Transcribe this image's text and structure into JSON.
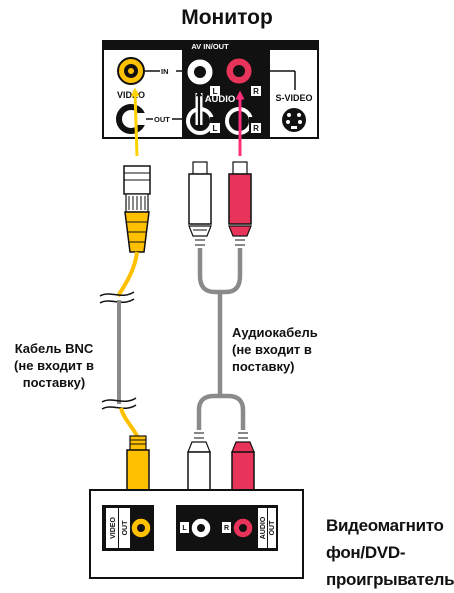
{
  "title": "Монитор",
  "monitor_panel": {
    "header": "AV IN/OUT",
    "in_label": "IN",
    "out_label": "OUT",
    "video_label": "VIDEO",
    "audio_label": "AUDIO",
    "svideo_label": "S-VIDEO",
    "left_marker": "L",
    "right_marker": "R"
  },
  "bnc_cable_label": [
    "Кабель BNC",
    "(не входит в",
    "поставку)"
  ],
  "audio_cable_label": [
    "Аудиокабель",
    "(не входит в",
    "поставку)"
  ],
  "device_label": [
    "Видеомагнито",
    "фон/DVD-",
    "проигрыватель"
  ],
  "device_panel": {
    "video": "VIDEO",
    "out": "OUT",
    "audio": "AUDIO",
    "left_marker": "L",
    "right_marker": "R"
  },
  "colors": {
    "video": "#ffc000",
    "audio_left": "#ffffff",
    "audio_right": "#e8345a",
    "arrow_video": "#ffd200",
    "arrow_right": "#ff2d7a",
    "cable": "#8a8a8a",
    "panel_dark": "#111111"
  }
}
